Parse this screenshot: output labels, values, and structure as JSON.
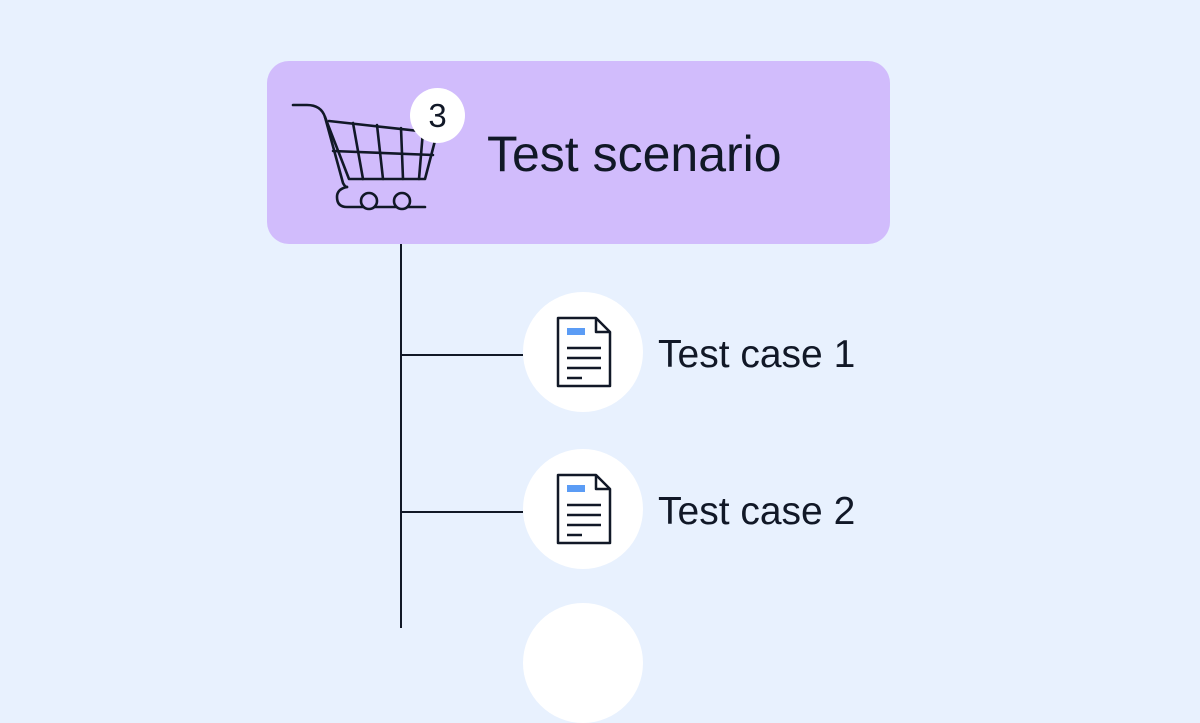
{
  "scenario": {
    "title": "Test scenario",
    "badge_count": "3",
    "icon": "shopping-cart-icon",
    "card_color": "#d1bcfc"
  },
  "cases": [
    {
      "label": "Test case 1",
      "icon": "document-icon"
    },
    {
      "label": "Test case 2",
      "icon": "document-icon"
    },
    {
      "label": "",
      "icon": "document-icon"
    }
  ],
  "colors": {
    "background": "#e8f1fe",
    "line": "#111827",
    "doc_accent": "#5b9cf5"
  }
}
